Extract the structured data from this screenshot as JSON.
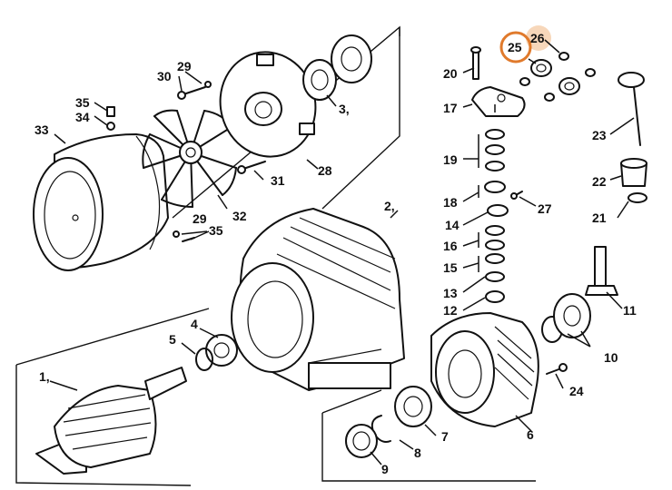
{
  "highlight": {
    "part": "25",
    "color": "#e07a2c"
  },
  "labels": {
    "l1": "1,",
    "l2": "2,",
    "l3": "3,",
    "l4": "4",
    "l5": "5",
    "l6": "6",
    "l7": "7",
    "l8": "8",
    "l9": "9",
    "l10": "10",
    "l11": "11",
    "l12": "12",
    "l13": "13",
    "l14": "14",
    "l15": "15",
    "l16": "16",
    "l17": "17",
    "l18": "18",
    "l19": "19",
    "l20": "20",
    "l21": "21",
    "l22": "22",
    "l23": "23",
    "l24": "24",
    "l25": "25",
    "l26": "26",
    "l27": "27",
    "l28": "28",
    "l29a": "29",
    "l29b": "29",
    "l30": "30",
    "l31": "31",
    "l32": "32",
    "l33": "33",
    "l34": "34",
    "l35a": "35",
    "l35b": "35"
  }
}
